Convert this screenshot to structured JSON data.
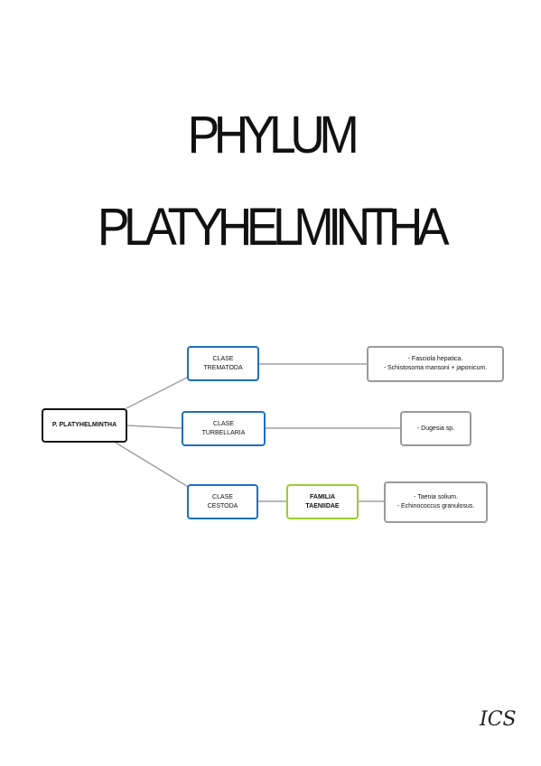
{
  "title": {
    "line1": "PHYLUM",
    "line2": "PLATYHELMINTHA"
  },
  "root": {
    "label": "P. PLATYHELMINTHA"
  },
  "classes": [
    {
      "line1": "CLASE",
      "line2": "TREMATODA"
    },
    {
      "line1": "CLASE",
      "line2": "TURBELLARIA"
    },
    {
      "line1": "CLASE",
      "line2": "CESTODA"
    }
  ],
  "family": {
    "line1": "FAMILIA",
    "line2": "TAENIIDAE"
  },
  "species": [
    {
      "lines": [
        "- Fasciola hepatica.",
        "- Schistosoma mansoni + japonicum."
      ]
    },
    {
      "lines": [
        "- Dugesia sp."
      ]
    },
    {
      "lines": [
        "- Taenia solium.",
        "- Echinococcus granulosus."
      ]
    }
  ],
  "signature": "ICS",
  "colors": {
    "root_border": "#111111",
    "class_border": "#1e6fc0",
    "family_border": "#9acd32",
    "species_border": "#9a9a9a",
    "connector": "#a0a0a0"
  }
}
